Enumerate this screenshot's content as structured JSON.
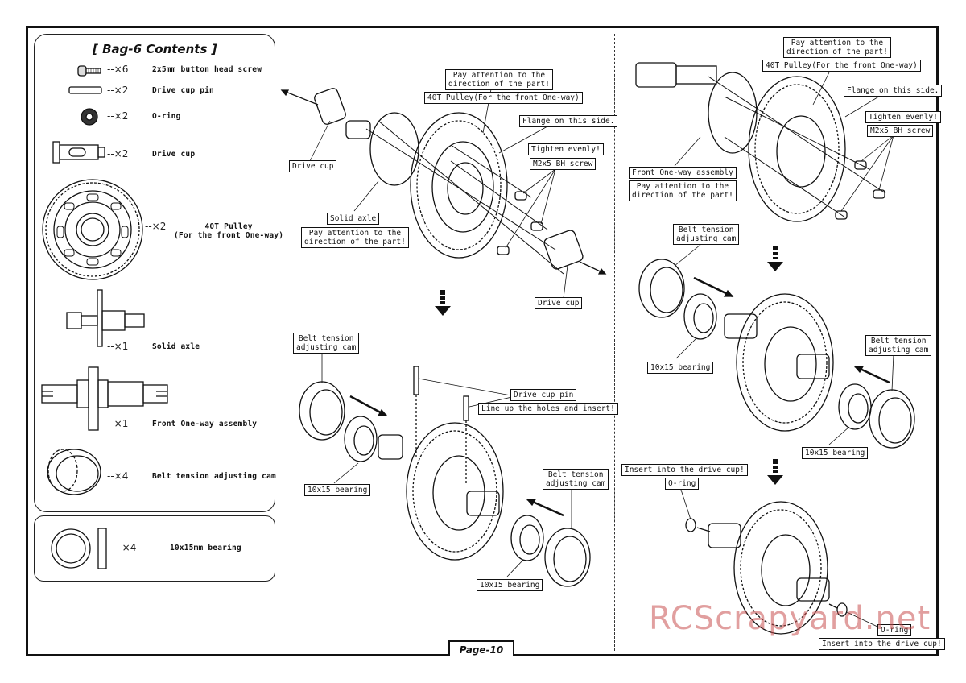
{
  "bag": {
    "title": "[ Bag-6 Contents ]",
    "items": [
      {
        "qty": "--×6",
        "name": "2x5mm button head screw"
      },
      {
        "qty": "--×2",
        "name": "Drive cup pin"
      },
      {
        "qty": "--×2",
        "name": "O-ring"
      },
      {
        "qty": "--×2",
        "name": "Drive cup"
      },
      {
        "qty": "--×2",
        "name": "40T Pulley\n(For the front One-way)"
      },
      {
        "qty": "--×1",
        "name": "Solid axle"
      },
      {
        "qty": "--×1",
        "name": "Front One-way assembly"
      },
      {
        "qty": "--×4",
        "name": "Belt tension adjusting cam"
      },
      {
        "qty": "--×4",
        "name": "10x15mm bearing"
      }
    ]
  },
  "left_step": {
    "attention": "Pay attention to the\ndirection of the part!",
    "pulley": "40T Pulley(For the front One-way)",
    "flange": "Flange on this side.",
    "tighten": "Tighten evenly!",
    "screw": "M2x5 BH screw",
    "drive_cup_left": "Drive cup",
    "solid_axle": "Solid axle",
    "attention2": "Pay attention to the\ndirection of the part!",
    "drive_cup_right": "Drive cup"
  },
  "left_step2": {
    "cam_left": "Belt tension\nadjusting cam",
    "pin": "Drive cup pin",
    "lineup": "Line up the holes and insert!",
    "bearing_left": "10x15 bearing",
    "cam_right": "Belt tension\nadjusting cam",
    "bearing_right": "10x15 bearing"
  },
  "right_step": {
    "attention": "Pay attention to the\ndirection of the part!",
    "pulley": "40T Pulley(For the front One-way)",
    "flange": "Flange on this side.",
    "tighten": "Tighten evenly!",
    "screw": "M2x5 BH screw",
    "oneway": "Front One-way assembly",
    "attention2": "Pay attention to the\ndirection of the part!"
  },
  "right_step2": {
    "cam_left": "Belt tension\nadjusting cam",
    "bearing_left": "10x15 bearing",
    "cam_right": "Belt tension\nadjusting cam",
    "bearing_right": "10x15 bearing"
  },
  "right_step3": {
    "insert_top": "Insert into the drive cup!",
    "oring_top": "O-ring",
    "oring_bottom": "O-ring",
    "insert_bottom": "Insert into the drive cup!"
  },
  "page": "Page-10",
  "watermark": "RCScrapyard.net"
}
